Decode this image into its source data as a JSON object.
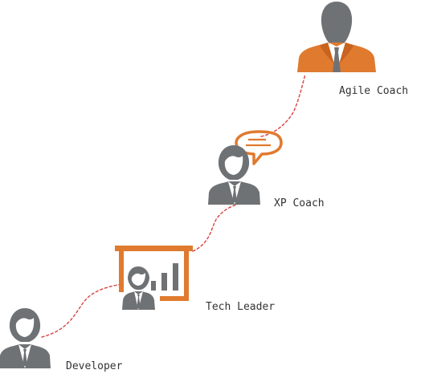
{
  "roles": [
    {
      "id": "agile-coach",
      "label": "Agile Coach"
    },
    {
      "id": "xp-coach",
      "label": "XP Coach"
    },
    {
      "id": "tech-leader",
      "label": "Tech Leader"
    },
    {
      "id": "developer",
      "label": "Developer"
    }
  ],
  "colors": {
    "accent": "#e07a2f",
    "figure": "#6f7274",
    "connector": "#d94141",
    "text": "#333333"
  }
}
